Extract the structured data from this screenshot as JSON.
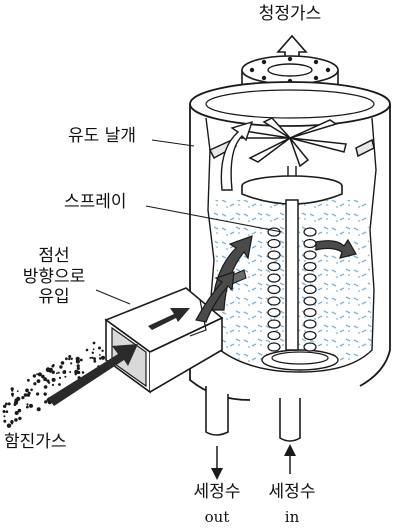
{
  "labels": {
    "clean_gas": "청정가스",
    "guide_vane": "유도 날개",
    "spray": "스프레이",
    "tangential_inlet": "점선\n방향으로\n유입",
    "dirty_gas": "함진가스",
    "wash_out_kr": "세정수",
    "wash_out_en": "out",
    "wash_in_kr": "세정수",
    "wash_in_en": "in"
  },
  "colors": {
    "line": "#1a1a1a",
    "arrow": "#3a3a3a",
    "mist": "#7fb3d5",
    "body_fill": "#ffffff"
  }
}
